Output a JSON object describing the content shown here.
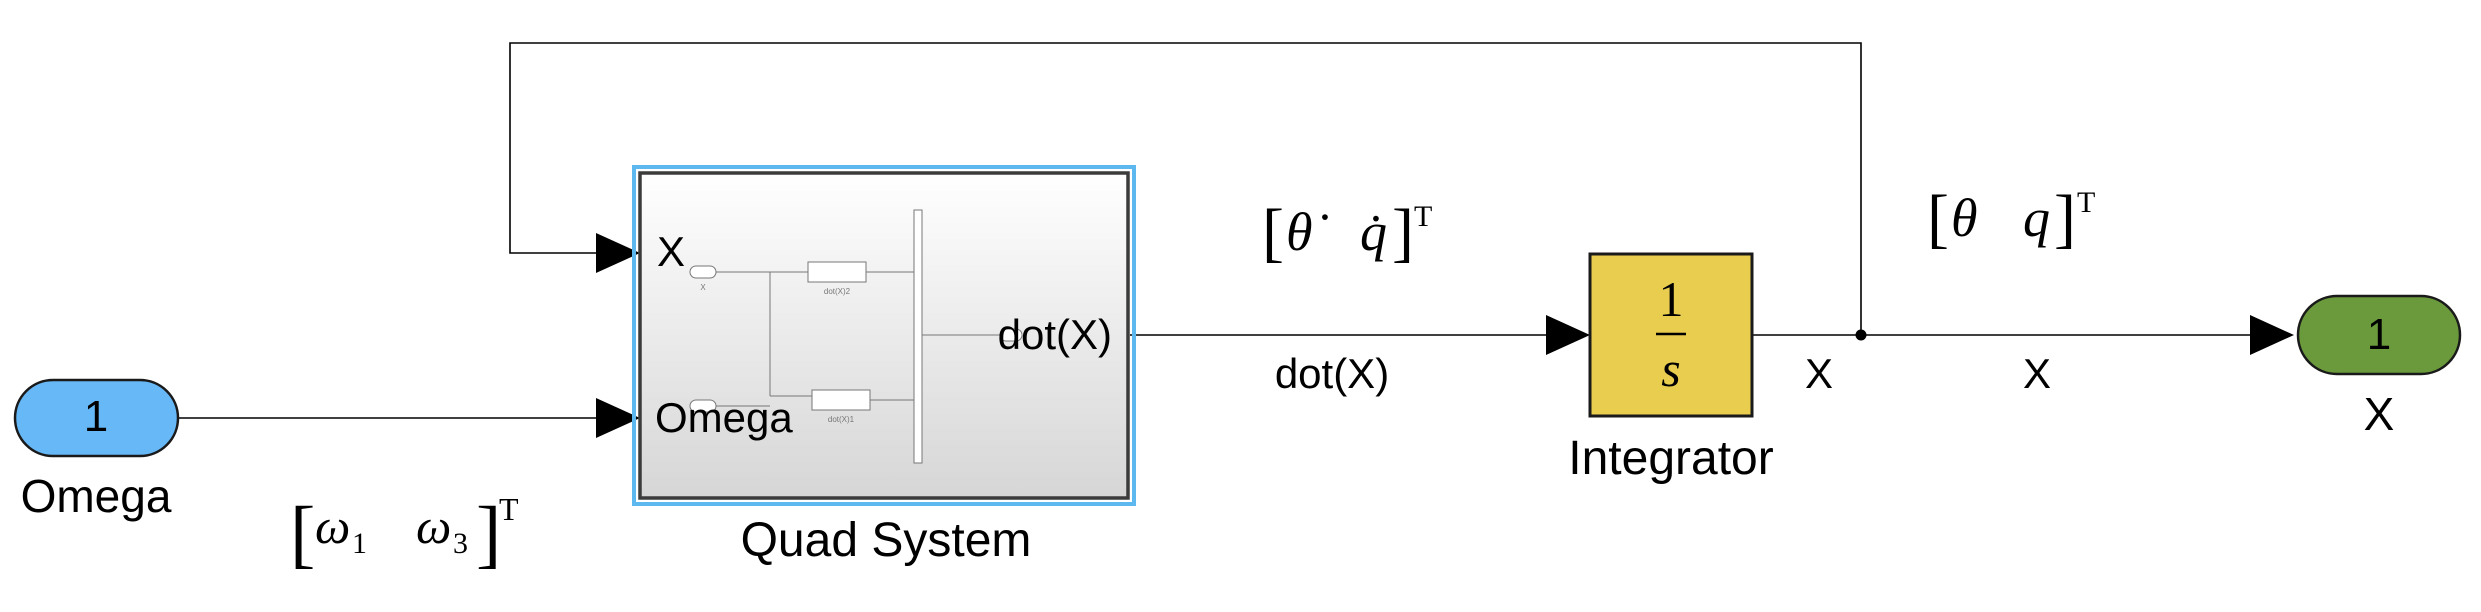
{
  "colors": {
    "inport": "#66b8f7",
    "outport": "#6a9a3c",
    "integrator": "#e8cd4e",
    "subsystem_border": "#3b3b3b",
    "subsystem_highlight": "#5cb8ee",
    "line": "#000000"
  },
  "inport": {
    "number": "1",
    "label": "Omega"
  },
  "outport": {
    "number": "1",
    "label": "X"
  },
  "subsystem": {
    "name": "Quad System",
    "in_port_x": "X",
    "in_port_omega": "Omega",
    "out_port": "dot(X)",
    "preview_label_a": "dot(X)2",
    "preview_label_b": "dot(X)1",
    "preview_label_x": "X"
  },
  "integrator": {
    "numerator": "1",
    "denominator": "s",
    "label": "Integrator"
  },
  "signals": {
    "integrator_in_name": "dot(X)",
    "integrator_out_name": "X",
    "outport_in_name": "X",
    "omega_vec": {
      "open": "[",
      "a": "ω",
      "a_sub": "1",
      "b": "ω",
      "b_sub": "3",
      "close": "]",
      "sup": "T"
    },
    "dot_vec": {
      "open": "[",
      "a": "θ̇",
      "b": "q̇",
      "close": "]",
      "sup": "T"
    },
    "state_vec": {
      "open": "[",
      "a": "θ",
      "b": "q",
      "close": "]",
      "sup": "T"
    }
  }
}
